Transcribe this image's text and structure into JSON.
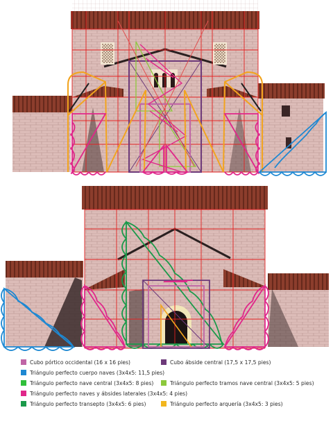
{
  "legend": {
    "items": [
      {
        "label": "Cubo pórtico occidental (16 x 16 pies)",
        "color": "#c065a6"
      },
      {
        "label": "Cubo ábside central (17,5 x 17,5 pies)",
        "color": "#6d3a7a"
      },
      {
        "label": "Triángulo perfecto cuerpo naves (3x4x5: 11,5 pies)",
        "color": "#1e88d2"
      },
      {
        "label": "Triángulo perfecto nave central (3x4x5: 8 pies)",
        "color": "#2fbf3a"
      },
      {
        "label": "Triángulo perfecto tramos nave central (3x4x5: 5 pies)",
        "color": "#8cc83c"
      },
      {
        "label": "Triángulo perfecto naves y ábsides laterales (3x4x5: 4 pies)",
        "color": "#e0278a"
      },
      {
        "label": "Triángulo perfecto transepto (3x4x5: 6 pies)",
        "color": "#1a9a4a"
      },
      {
        "label": "Triángulo perfecto arquería (3x4x5: 3 pies)",
        "color": "#f2b61e"
      }
    ]
  },
  "colors": {
    "wall": "#d9b7b4",
    "brick_line": "#b89590",
    "roof": "#8c3d2c",
    "roof_dark": "#5c2418",
    "grid_red": "#e02020",
    "shadow": "#3a2a2a"
  }
}
